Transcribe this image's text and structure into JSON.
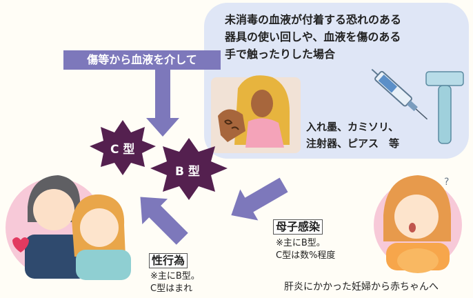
{
  "bubble": {
    "text": "未消毒の血液が付着する恐れのある\n器具の使い回しや、血液を傷のある\n手で触ったりした場合",
    "tools": "入れ墨、カミソリ、\n注射器、ピアス　等"
  },
  "wound_label": "傷等から血液を介して",
  "types": {
    "c": "C 型",
    "b": "B 型"
  },
  "sexual": {
    "label": "性行為",
    "note": "※主にB型。\nC型はまれ"
  },
  "mother_child": {
    "label": "母子感染",
    "note": "※主にB型。\nC型は数%程度"
  },
  "bottom_caption": "肝炎にかかった妊婦から赤ちゃんへ",
  "colors": {
    "star": "#54204f",
    "arrow": "#7d78bb",
    "bubble": "#dfe6f6",
    "pink": "#f7c9d8"
  }
}
